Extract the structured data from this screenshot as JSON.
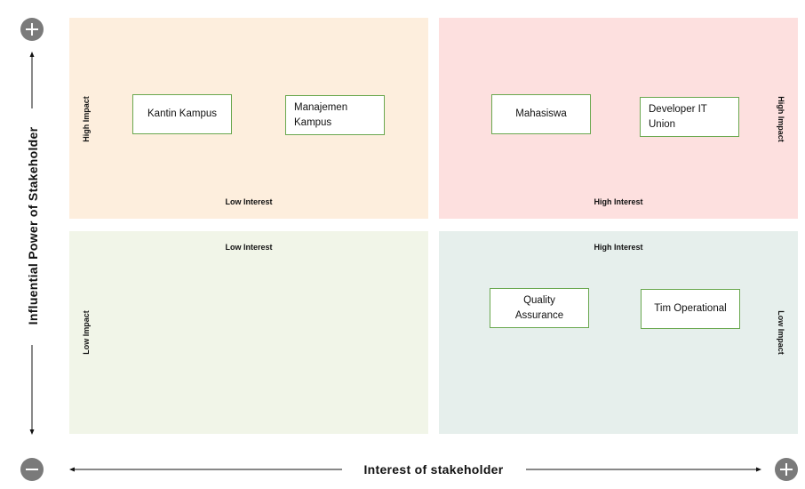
{
  "axes": {
    "x_title": "Interest of stakeholder",
    "y_title": "Influential Power of Stakeholder"
  },
  "quadrants": {
    "top_left": {
      "color": "#fdeedd",
      "impact_label": "High Impact",
      "interest_label": "Low Interest",
      "items": [
        "Kantin Kampus",
        "Manajemen Kampus"
      ]
    },
    "top_right": {
      "color": "#fde0df",
      "impact_label": "High Impact",
      "interest_label": "High Interest",
      "items": [
        "Mahasiswa",
        "Developer IT Union"
      ]
    },
    "bottom_left": {
      "color": "#f1f5e8",
      "impact_label": "Low Impact",
      "interest_label": "Low Interest",
      "items": []
    },
    "bottom_right": {
      "color": "#e6efec",
      "impact_label": "Low Impact",
      "interest_label": "High Interest",
      "items": [
        "Quality Assurance",
        "Tim Operational"
      ]
    }
  },
  "markers": {
    "y_top": "plus-icon",
    "origin": "minus-icon",
    "x_right": "plus-icon"
  },
  "colors": {
    "box_border": "#6aa84f",
    "marker": "#7a7a7a"
  }
}
